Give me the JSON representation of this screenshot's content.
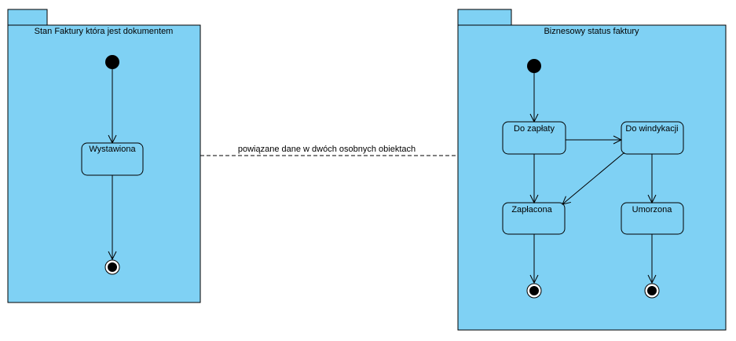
{
  "colors": {
    "package_fill": "#7fd1f4",
    "stroke": "#000000",
    "background": "#ffffff"
  },
  "packages": {
    "left": {
      "title": "Stan Faktury która jest dokumentem",
      "states": {
        "wystawiona": "Wystawiona"
      }
    },
    "right": {
      "title": "Biznesowy status faktury",
      "states": {
        "do_zaplaty": "Do zapłaty",
        "do_windykacji": "Do windykacji",
        "zaplacona": "Zapłacona",
        "umorzona": "Umorzona"
      }
    }
  },
  "connector": {
    "label": "powiązane dane w dwóch osobnych obiektach"
  }
}
